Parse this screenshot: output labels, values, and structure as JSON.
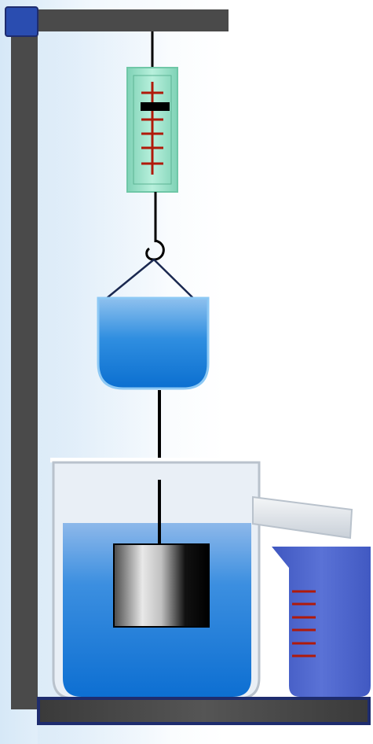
{
  "scene": {
    "stand": {
      "color": "#4a4a4a",
      "cap_color": "#2546a8",
      "base_border": "#1e2c6e"
    },
    "spring_scale": {
      "body_color": "#9fe3cc",
      "tick_color": "#b01a0a",
      "tick_count": 5,
      "pointer_color": "#000000"
    },
    "hanging_bucket": {
      "water_color": "#1a78d0"
    },
    "overflow_beaker": {
      "water_color": "#1a78d0",
      "glass_color": "#e6ecf3"
    },
    "metal_block": {
      "shading": "gradient-gray-to-black"
    },
    "catch_beaker": {
      "color": "#4a64c8",
      "tick_color": "#b01a0a",
      "tick_count": 6
    }
  }
}
